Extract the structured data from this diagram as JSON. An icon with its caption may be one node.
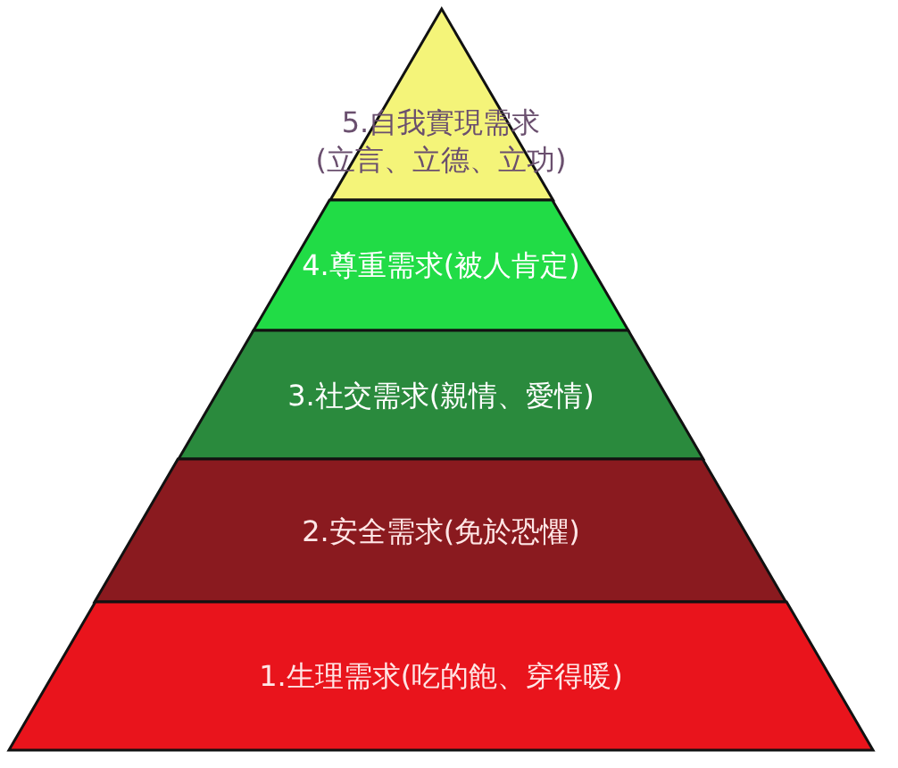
{
  "diagram": {
    "nodes": [
      {
        "text": [
          "5.自我實現需求",
          "(立言、立德、立功)"
        ]
      },
      {
        "text": [
          "4.尊重需求(被人肯定)"
        ]
      },
      {
        "text": [
          "3.社交需求(親情、愛情)"
        ]
      },
      {
        "text": [
          "2.安全需求(免於恐懼)"
        ]
      },
      {
        "text": [
          "1.生理需求(吃的飽、穿得暖)"
        ]
      }
    ]
  }
}
